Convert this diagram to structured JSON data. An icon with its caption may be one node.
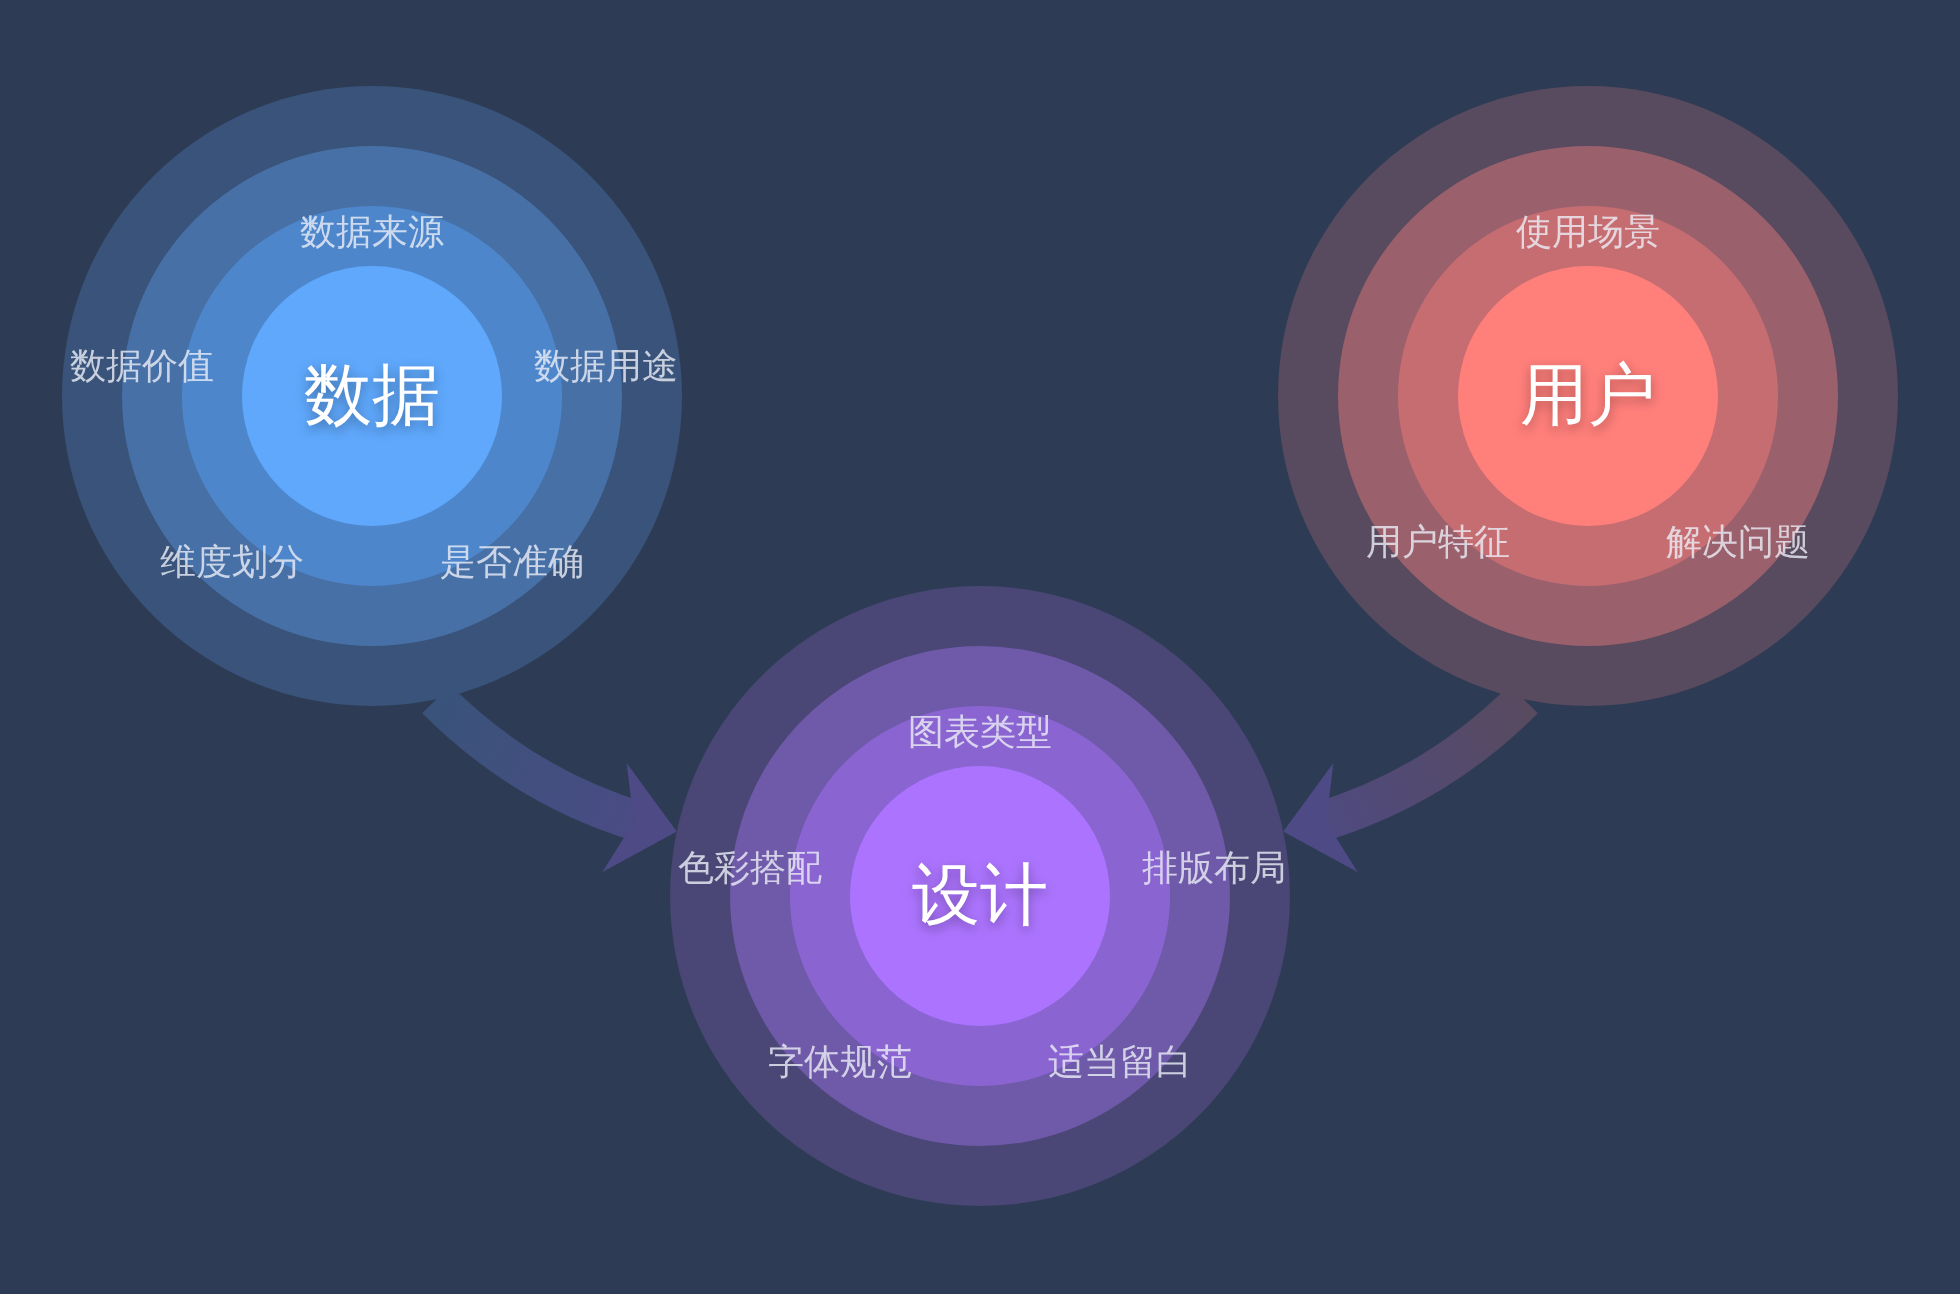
{
  "diagram": {
    "nodes": [
      {
        "text": [
          "数据来源",
          "数据价值",
          "数据用途",
          "维度划分",
          "是否准确"
        ]
      },
      {
        "text": [
          "数据"
        ],
        "in": 0
      },
      {
        "text": [
          "使用场景",
          "用户特征",
          "解决问题"
        ]
      },
      {
        "text": [
          "用户"
        ],
        "in": 2
      },
      {
        "text": [
          "图表类型",
          "色彩搭配",
          "排版布局",
          "字体规范",
          "适当留白"
        ]
      },
      {
        "text": [
          "设计"
        ],
        "in": 4
      }
    ],
    "edges": [
      {
        "from": 0,
        "to": 4,
        "arrow": "to"
      },
      {
        "from": 2,
        "to": 4,
        "arrow": "to"
      }
    ]
  }
}
